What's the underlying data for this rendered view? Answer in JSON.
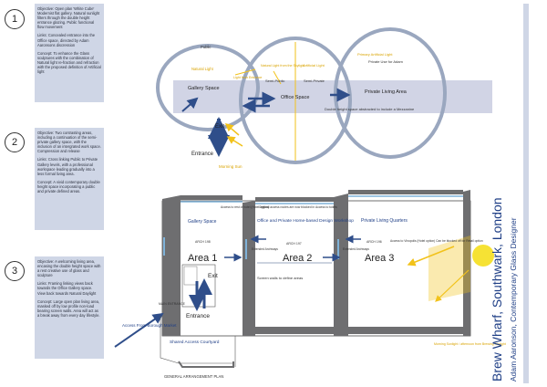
{
  "project": {
    "title": "Brew Wharf, Southwark, London",
    "subtitle": "Adam Aaronson, Contemporary Glass Designer"
  },
  "panels": [
    {
      "number": "1",
      "paragraphs": [
        "Objective: Open plan 'White Cube' Modernist flat gallery. Natural sunlight filters through the double height entrance glazing. Public functional flow movement",
        "Links: Concealed entrance into the Office space, directed by Adam Aaronsons discression",
        "Concept: To enhance the Glass sculptures with the combination of Natural light re-fraction and refraction with the proposed definition of Artificial light"
      ]
    },
    {
      "number": "2",
      "paragraphs": [
        "Objective: Two contrasting areas, including a continuation of the semi-private gallery space, with the inclusion of an intergrated work space. Compression and release",
        "Links: Cross linking Public to Private Gallery levels, with a professional workspace leading gradually into a less formal living area.",
        "Concept: A vivid contemporary double height space incorporating a public and private defined areas."
      ]
    },
    {
      "number": "3",
      "paragraphs": [
        "Objective: A welcoming living area, encasing the double height space with a rest creative use of glass and sculpture",
        "Links: Framing linking views back towards the Office Gallery space. View back towards Natural Daylight",
        "Concept: Large open plan living area, masked off by low profile non-load bearing screen walls. Area will act as a break away from every day lifestyle."
      ]
    }
  ],
  "bubble": {
    "gallery": "Gallery Space",
    "office": "Office Space",
    "living": "Private Living Area",
    "public": "Public",
    "natural_light": "Natural Light",
    "light_entrance": "Light from Entrance",
    "natural_light_skylight": "Natural Light from the Skylight",
    "artificial_light": "Artificial Light",
    "semi_public": "Semi-Public",
    "semi_private": "Semi-Private",
    "primary_artificial": "Primary Artificial Light",
    "private_use": "Private Use for Adam",
    "mezzanine": "Double height space abstracted to include a Mezzanine",
    "exit": "Exit",
    "entrance": "Entrance",
    "morning_sun": "Morning Sun"
  },
  "plan": {
    "gallery_label": "Gallery Space",
    "access_hotel": "Access to rest of hotel (Hotel option)",
    "original_access": "Original access routes are now blocked in",
    "office_label": "Office and Private Home-based Design Workshop",
    "access_toilets": "Access to toilets",
    "living_label": "Private Living Quarters",
    "arch198": "ARCH 198",
    "arch197": "ARCH 197",
    "arch196": "ARCH 196",
    "area1": "Area 1",
    "area2": "Area 2",
    "area3": "Area 3",
    "extended_a": "Extended Archways",
    "extended_b": "Extended Archways",
    "vinopolis": "Access to Vinopolis (Hotel option) Can be blocked off for Retail option",
    "screen_walls": "Screen walls to define areas",
    "exit": "Exit",
    "entrance": "Entrance",
    "main_entrance": "MAIN ENTRANCE",
    "borough": "Access From Borough Market",
    "courtyard": "Shared Access Courtyard",
    "ga_plan": "GENERAL ARRANGEMENT PLAN",
    "sunlight": "Morning Sunlight / afternoon from Brewing Skylight"
  },
  "colors": {
    "panel": "#cfd6e6",
    "arrow_blue": "#2f4e8a",
    "light_yellow": "#f2c21a",
    "wall_dark": "#6e6e70",
    "glazing_blue": "#7fb2d8",
    "title_blue": "#1f3f86"
  }
}
